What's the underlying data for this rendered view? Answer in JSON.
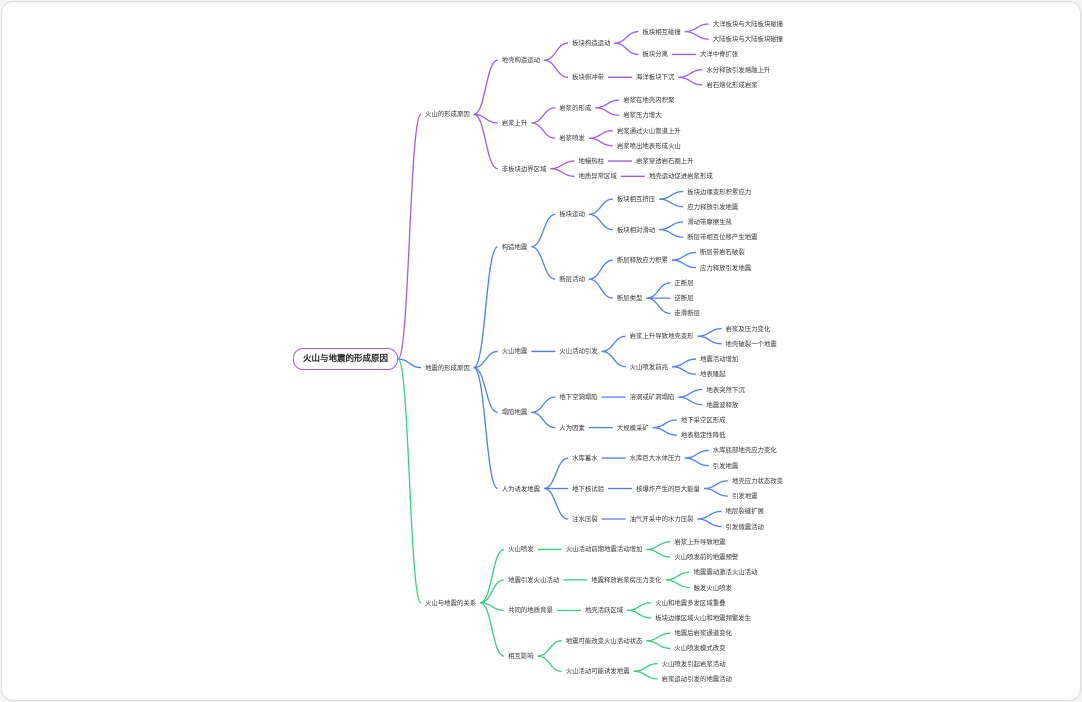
{
  "root": "火山与地震的形成原因",
  "colors": [
    "#9b5cf6",
    "#4a7dff",
    "#34d17e"
  ],
  "branches": [
    {
      "label": "火山的形成原因",
      "children": [
        {
          "label": "地壳构造运动",
          "children": [
            {
              "label": "板块构造运动",
              "children": [
                {
                  "label": "板块相互碰撞",
                  "children": [
                    {
                      "label": "大洋板块与大陆板块碰撞"
                    },
                    {
                      "label": "大陆板块与大陆板块碰撞"
                    }
                  ]
                },
                {
                  "label": "板块分离",
                  "children": [
                    {
                      "label": "大洋中脊扩张"
                    }
                  ]
                }
              ]
            },
            {
              "label": "板块俯冲带",
              "children": [
                {
                  "label": "海洋板块下沉",
                  "children": [
                    {
                      "label": "水分释放引发熔融上升"
                    },
                    {
                      "label": "岩石熔化形成岩浆"
                    }
                  ]
                }
              ]
            }
          ]
        },
        {
          "label": "岩浆上升",
          "children": [
            {
              "label": "岩浆的形成",
              "children": [
                {
                  "label": "岩浆在地壳内积聚"
                },
                {
                  "label": "岩浆压力增大"
                }
              ]
            },
            {
              "label": "岩浆喷发",
              "children": [
                {
                  "label": "岩浆通过火山管道上升"
                },
                {
                  "label": "岩浆喷出地表形成火山"
                }
              ]
            }
          ]
        },
        {
          "label": "非板块边界区域",
          "children": [
            {
              "label": "地幔热柱",
              "children": [
                {
                  "label": "岩浆穿透岩石圈上升"
                }
              ]
            },
            {
              "label": "地质异常区域",
              "children": [
                {
                  "label": "地壳运动促进岩浆形成"
                }
              ]
            }
          ]
        }
      ]
    },
    {
      "label": "地震的形成原因",
      "children": [
        {
          "label": "构造地震",
          "children": [
            {
              "label": "板块运动",
              "children": [
                {
                  "label": "板块相互挤压",
                  "children": [
                    {
                      "label": "板块边缘变形积累应力"
                    },
                    {
                      "label": "应力释放引发地震"
                    }
                  ]
                },
                {
                  "label": "板块相对滑动",
                  "children": [
                    {
                      "label": "滑动带摩擦生热"
                    },
                    {
                      "label": "断层带相互位移产生地震"
                    }
                  ]
                }
              ]
            },
            {
              "label": "断层活动",
              "children": [
                {
                  "label": "断层释放应力积累",
                  "children": [
                    {
                      "label": "断层带岩石破裂"
                    },
                    {
                      "label": "应力释放引发地震"
                    }
                  ]
                },
                {
                  "label": "断层类型",
                  "children": [
                    {
                      "label": "正断层"
                    },
                    {
                      "label": "逆断层"
                    },
                    {
                      "label": "走滑断层"
                    }
                  ]
                }
              ]
            }
          ]
        },
        {
          "label": "火山地震",
          "children": [
            {
              "label": "火山活动引发",
              "children": [
                {
                  "label": "岩浆上升导致地壳变形",
                  "children": [
                    {
                      "label": "岩浆及压力变化"
                    },
                    {
                      "label": "地壳破裂一个地震"
                    }
                  ]
                },
                {
                  "label": "火山喷发前兆",
                  "children": [
                    {
                      "label": "地震活动增加"
                    },
                    {
                      "label": "地表隆起"
                    }
                  ]
                }
              ]
            }
          ]
        },
        {
          "label": "塌陷地震",
          "children": [
            {
              "label": "地下空洞塌陷",
              "children": [
                {
                  "label": "溶洞或矿洞塌陷",
                  "children": [
                    {
                      "label": "地表突然下沉"
                    },
                    {
                      "label": "地震波释放"
                    }
                  ]
                }
              ]
            },
            {
              "label": "人为因素",
              "children": [
                {
                  "label": "大规模采矿",
                  "children": [
                    {
                      "label": "地下采空区形成"
                    },
                    {
                      "label": "地表稳定性降低"
                    }
                  ]
                }
              ]
            }
          ]
        },
        {
          "label": "人为诱发地震",
          "children": [
            {
              "label": "水库蓄水",
              "children": [
                {
                  "label": "水库巨大水体压力",
                  "children": [
                    {
                      "label": "水库底部地壳应力变化"
                    },
                    {
                      "label": "引发地震"
                    }
                  ]
                }
              ]
            },
            {
              "label": "地下核试验",
              "children": [
                {
                  "label": "核爆炸产生的巨大能量",
                  "children": [
                    {
                      "label": "地壳应力状态改变"
                    },
                    {
                      "label": "引发地震"
                    }
                  ]
                }
              ]
            },
            {
              "label": "注水压裂",
              "children": [
                {
                  "label": "油气开采中的水力压裂",
                  "children": [
                    {
                      "label": "地层裂缝扩展"
                    },
                    {
                      "label": "引发微震活动"
                    }
                  ]
                }
              ]
            }
          ]
        }
      ]
    },
    {
      "label": "火山与地震的关系",
      "children": [
        {
          "label": "火山喷发",
          "children": [
            {
              "label": "火山活动前期地震活动增加",
              "children": [
                {
                  "label": "岩浆上升导致地震"
                },
                {
                  "label": "火山喷发前的地震预警"
                }
              ]
            }
          ]
        },
        {
          "label": "地震引发火山活动",
          "children": [
            {
              "label": "地震释放岩浆房压力变化",
              "children": [
                {
                  "label": "地震震动激活火山活动"
                },
                {
                  "label": "触发火山喷发"
                }
              ]
            }
          ]
        },
        {
          "label": "共同的地质背景",
          "children": [
            {
              "label": "地壳活跃区域",
              "children": [
                {
                  "label": "火山和地震多发区域重叠"
                },
                {
                  "label": "板块边缘区域火山和地震频繁发生"
                }
              ]
            }
          ]
        },
        {
          "label": "相互影响",
          "children": [
            {
              "label": "地震可能改变火山活动状态",
              "children": [
                {
                  "label": "地震后岩浆通道变化"
                },
                {
                  "label": "火山喷发模式改变"
                }
              ]
            },
            {
              "label": "火山活动可能诱发地震",
              "children": [
                {
                  "label": "火山喷发引起岩浆活动"
                },
                {
                  "label": "岩浆运动引发的地震活动"
                }
              ]
            }
          ]
        }
      ]
    }
  ]
}
